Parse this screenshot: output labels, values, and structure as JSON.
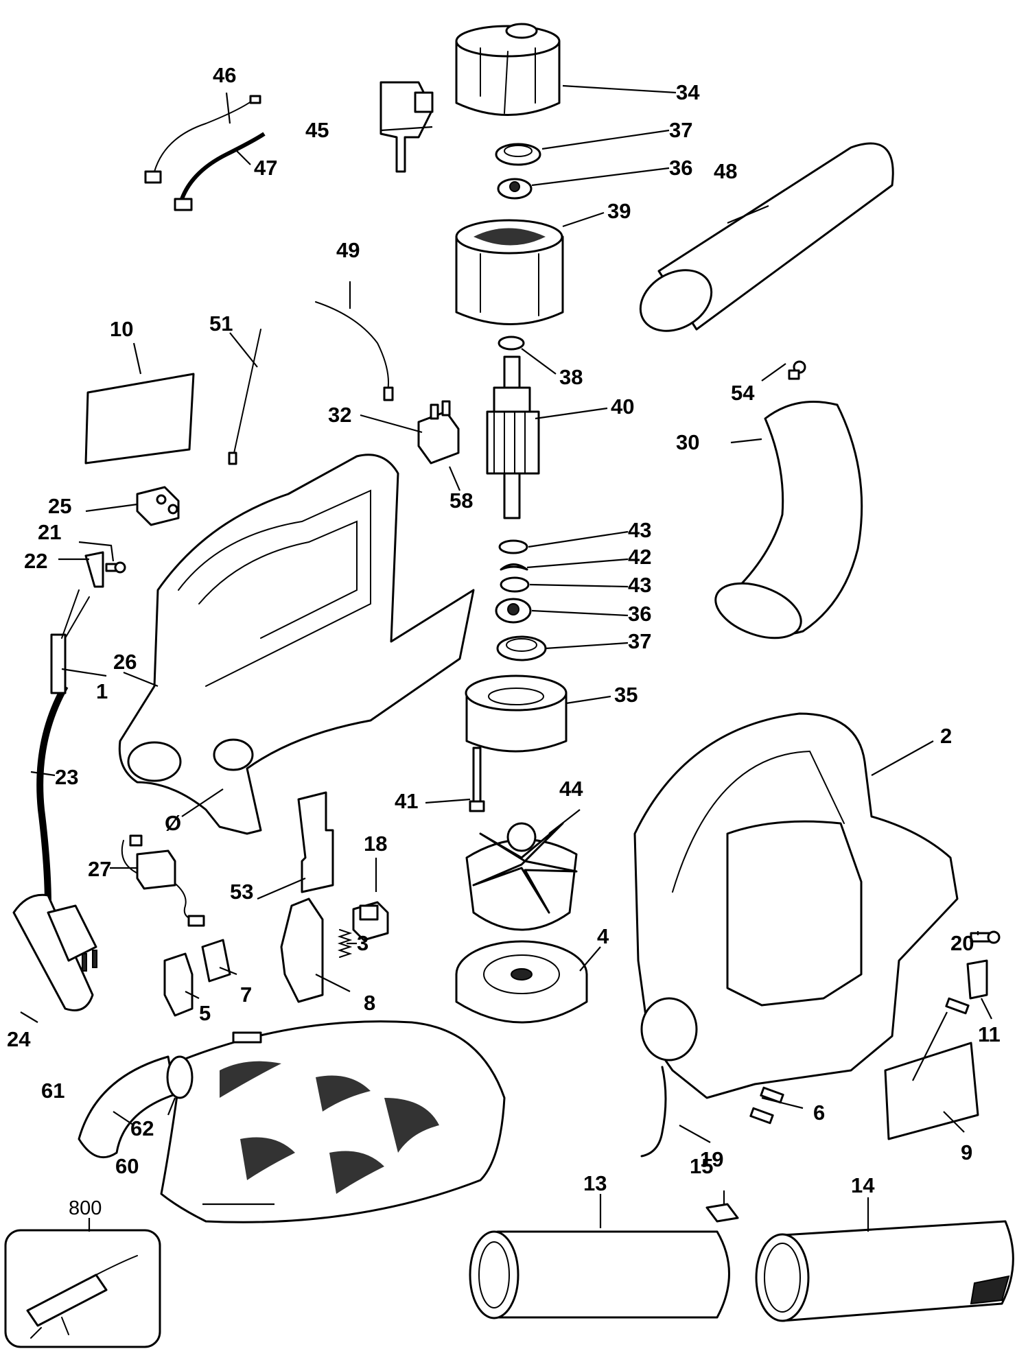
{
  "labels": {
    "p1": "1",
    "p2": "2",
    "p3": "3",
    "p4": "4",
    "p5": "5",
    "p6": "6",
    "p7": "7",
    "p8": "8",
    "p9": "9",
    "p10": "10",
    "p11": "11",
    "p13": "13",
    "p14": "14",
    "p15": "15",
    "p18": "18",
    "p19": "19",
    "p20": "20",
    "p21": "21",
    "p22": "22",
    "p23": "23",
    "p24": "24",
    "p25": "25",
    "p26": "26",
    "p27": "27",
    "p30": "30",
    "p32": "32",
    "p34": "34",
    "p35": "35",
    "p36a": "36",
    "p36b": "36",
    "p37a": "37",
    "p37b": "37",
    "p38": "38",
    "p39": "39",
    "p40": "40",
    "p41": "41",
    "p42": "42",
    "p43a": "43",
    "p43b": "43",
    "p44": "44",
    "p45": "45",
    "p46": "46",
    "p47": "47",
    "p48": "48",
    "p49": "49",
    "p51": "51",
    "p53": "53",
    "p54": "54",
    "p58": "58",
    "p60": "60",
    "p61": "61",
    "p62": "62",
    "p800": "800",
    "p0": "Ø"
  }
}
